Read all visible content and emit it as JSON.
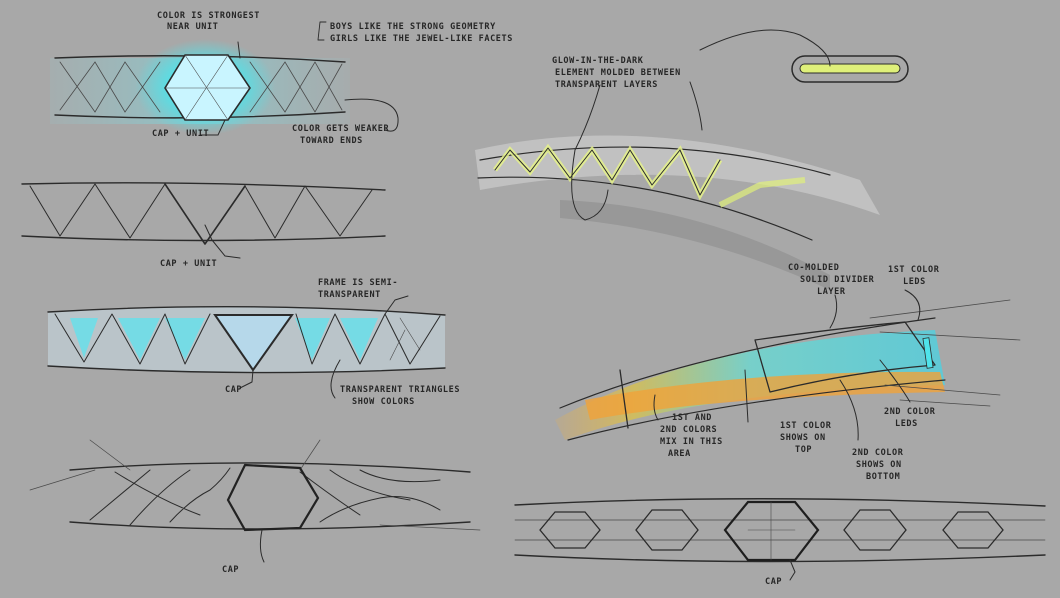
{
  "annotations": {
    "color_strongest": [
      "COLOR IS STRONGEST",
      "NEAR UNIT"
    ],
    "boys_girls": [
      "BOYS LIKE THE STRONG GEOMETRY",
      "GIRLS LIKE THE JEWEL-LIKE FACETS"
    ],
    "color_weaker": [
      "COLOR GETS WEAKER",
      "TOWARD ENDS"
    ],
    "cap_unit_1": "CAP + UNIT",
    "cap_unit_2": "CAP + UNIT",
    "frame_semi": [
      "FRAME IS SEMI-",
      "TRANSPARENT"
    ],
    "cap_1": "CAP",
    "transparent_triangles": [
      "TRANSPARENT TRIANGLES",
      "SHOW COLORS"
    ],
    "cap_2": "CAP",
    "glow_dark": [
      "GLOW-IN-THE-DARK",
      "ELEMENT MOLDED BETWEEN",
      "TRANSPARENT LAYERS"
    ],
    "comolded": [
      "CO-MOLDED",
      "SOLID DIVIDER",
      "LAYER"
    ],
    "first_color_leds": [
      "1ST COLOR",
      "LEDS"
    ],
    "colors_mix": [
      "1ST AND",
      "2ND COLORS",
      "MIX IN THIS",
      "AREA"
    ],
    "first_color_top": [
      "1ST COLOR",
      "SHOWS ON",
      "TOP"
    ],
    "second_color_leds": [
      "2ND COLOR",
      "LEDS"
    ],
    "second_color_bottom": [
      "2ND COLOR",
      "SHOWS ON",
      "BOTTOM"
    ],
    "cap_3": "CAP"
  },
  "colors": {
    "paper": "#a8a8a8",
    "ink": "#2b2b2b",
    "cyan_glow": "#4fe3ea",
    "light_blue_fill": "#a9cfe0",
    "glow_yellow": "#dff07a",
    "orange": "#f0a23a"
  }
}
